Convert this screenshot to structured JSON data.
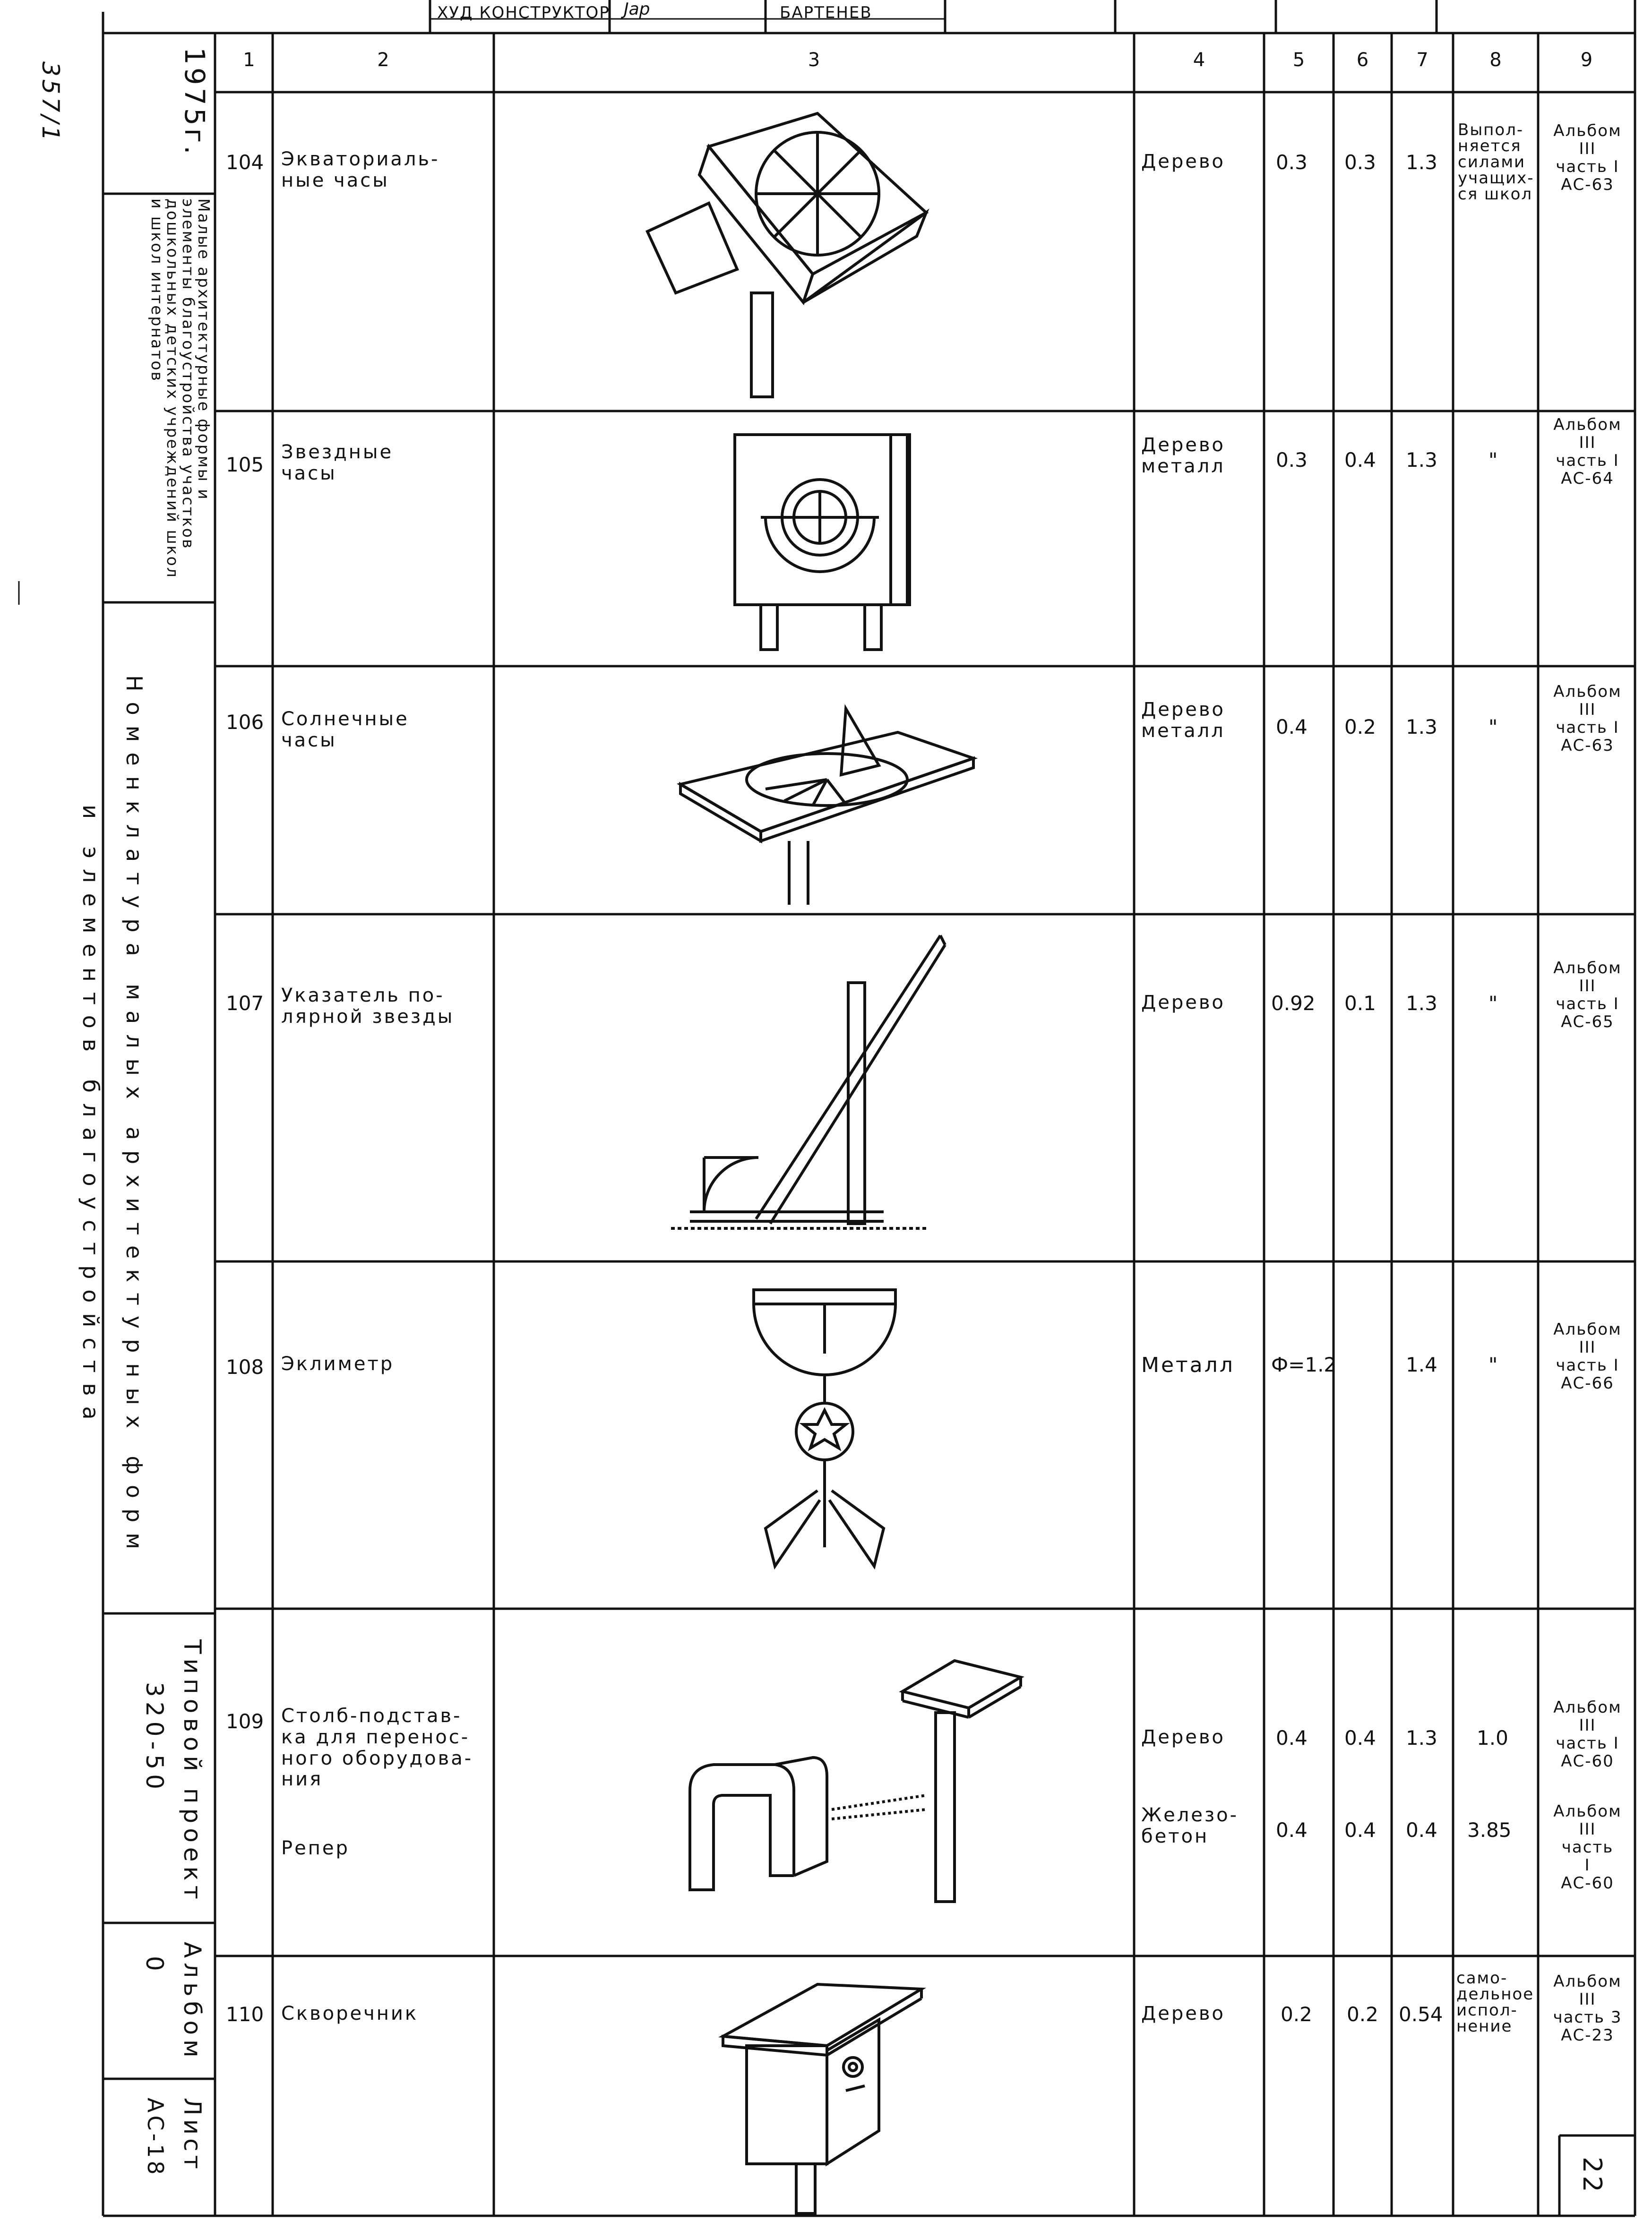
{
  "top_strip": {
    "left_label": "ХУД КОНСТРУКТОР",
    "signature": "Jap",
    "right_label": "БАРТЕНЕВ"
  },
  "margin_note": "357/1",
  "side_panel": {
    "year": "1975г.",
    "section_title": "Малые архитектурные формы и элементы благоустройства участков дошкольных детских учреждений школ и школ интернатов",
    "nomenclature": "Номенклатура малых архитектурных форм и элементов благоустройства",
    "project_label": "Типовой проект",
    "project_number": "320-50",
    "album_label": "Альбом",
    "album_number": "0",
    "sheet_label": "Лист",
    "sheet_number": "АС-18"
  },
  "columns": [
    "1",
    "2",
    "3",
    "4",
    "5",
    "6",
    "7",
    "8",
    "9"
  ],
  "rows": [
    {
      "no": "104",
      "name": "Экваториаль-\nные часы",
      "material": "Дерево",
      "c5": "0.3",
      "c6": "0.3",
      "c7": "1.3",
      "c8": "Выпол-\nняется\nсилами\nучащих-\nся школ",
      "c9": "Альбом\nIII\nчасть I\nАС-63",
      "drawing": "equatorial-clock-drawing"
    },
    {
      "no": "105",
      "name": "Звездные\nчасы",
      "material": "Дерево\nметалл",
      "c5": "0.3",
      "c6": "0.4",
      "c7": "1.3",
      "c8": "\"",
      "c9": "Альбом\nIII\nчасть I\nАС-64",
      "drawing": "star-clock-drawing"
    },
    {
      "no": "106",
      "name": "Солнечные\nчасы",
      "material": "Дерево\nметалл",
      "c5": "0.4",
      "c6": "0.2",
      "c7": "1.3",
      "c8": "\"",
      "c9": "Альбом\nIII\nчасть I\nАС-63",
      "drawing": "sundial-drawing"
    },
    {
      "no": "107",
      "name": "Указатель по-\nлярной звезды",
      "material": "Дерево",
      "c5": "0.92",
      "c6": "0.1",
      "c7": "1.3",
      "c8": "\"",
      "c9": "Альбом\nIII\nчасть I\nАС-65",
      "drawing": "polar-star-pointer-drawing"
    },
    {
      "no": "108",
      "name": "Эклиметр",
      "material": "Металл",
      "c5": "Ф=1.2",
      "c6": "",
      "c7": "1.4",
      "c8": "\"",
      "c9": "Альбом\nIII\nчасть I\nАС-66",
      "drawing": "eclimeter-drawing"
    },
    {
      "no": "109",
      "name": "Столб-подстав-\nка для перенос-\nного оборудова-\nния",
      "name2": "Репер",
      "material": "Дерево",
      "material2": "Железо-\nбетон",
      "c5": "0.4",
      "c6": "0.4",
      "c7": "1.3",
      "c8": "1.0",
      "c5b": "0.4",
      "c6b": "0.4",
      "c7b": "0.4",
      "c8b": "3.85",
      "c9": "Альбом\nIII\nчасть I\nАС-60",
      "c9b": "Альбом\nIII\nчасть\nI\nАС-60",
      "drawing": "stand-post-and-benchmark-drawing"
    },
    {
      "no": "110",
      "name": "Скворечник",
      "material": "Дерево",
      "c5": "0.2",
      "c6": "0.2",
      "c7": "0.54",
      "c8": "само-\nдельное\nиспол-\nнение",
      "c9": "Альбом\nIII\nчасть 3\nАС-23",
      "drawing": "birdhouse-drawing"
    }
  ],
  "page_number": "22"
}
